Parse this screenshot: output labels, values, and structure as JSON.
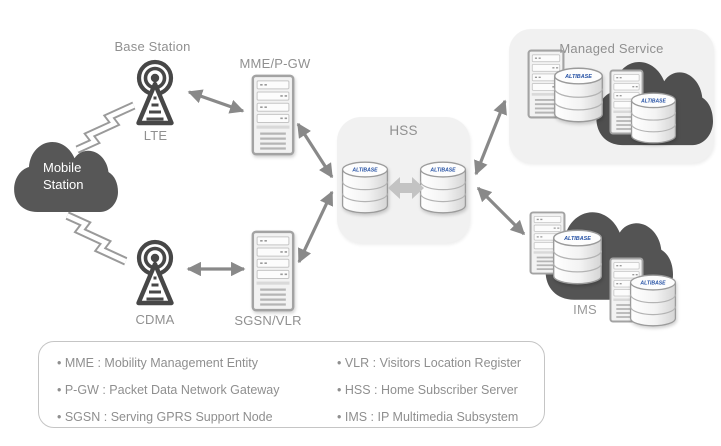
{
  "diagram": {
    "nodes": {
      "base_station_label": "Base Station",
      "lte_label": "LTE",
      "cdma_label": "CDMA",
      "mobile_station_label": "Mobile Station",
      "mme_pgw_label": "MME/P-GW",
      "sgsn_vlr_label": "SGSN/VLR",
      "hss_label": "HSS",
      "managed_service_label": "Managed Service",
      "ims_label": "IMS"
    },
    "database_brand": "ALTIBASE",
    "legend": {
      "left_items": [
        "• MME : Mobility Management Entity",
        "• P-GW : Packet Data Network Gateway",
        "• SGSN : Serving GPRS Support Node"
      ],
      "right_items": [
        "• VLR : Visitors Location Register",
        "• HSS : Home Subscriber Server",
        "• IMS : IP Multimedia Subsystem"
      ]
    },
    "colors": {
      "label_gray": "#909090",
      "cloud_dark": "#545454",
      "antenna_dark": "#474747",
      "arrow_gray": "#898989",
      "thick_arrow_gray": "#c3c3c3",
      "panel_fill": "#f1f1f1",
      "brand_blue": "#2450a4",
      "legend_border": "#c5c5c5"
    }
  }
}
